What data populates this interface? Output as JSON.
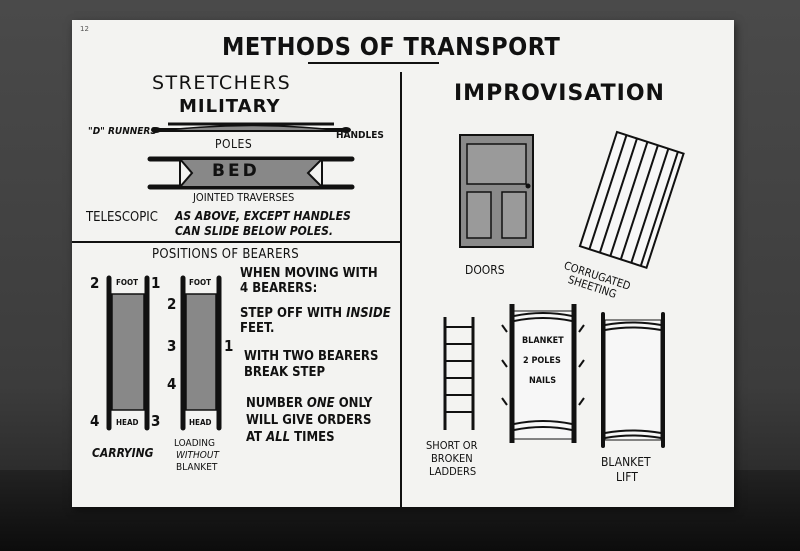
{
  "board": {
    "page_number": "12",
    "title": "METHODS OF TRANSPORT",
    "left": {
      "stretchers_heading": "STRETCHERS",
      "military_heading": "MILITARY",
      "label_d_runners": "\"D\" RUNNERS",
      "label_handles": "HANDLES",
      "label_poles": "POLES",
      "label_bed": "BED",
      "label_jointed_traverses": "JOINTED TRAVERSES",
      "telescopic_label": "TELESCOPIC",
      "telescopic_line1": "AS ABOVE, EXCEPT HANDLES",
      "telescopic_line2": "CAN SLIDE BELOW POLES.",
      "positions_heading": "POSITIONS OF BEARERS",
      "carry_foot": "FOOT",
      "carry_head": "HEAD",
      "carry_num_2": "2",
      "carry_num_1": "1",
      "carry_num_4": "4",
      "carry_num_3": "3",
      "carrying_caption": "CARRYING",
      "load_foot": "FOOT",
      "load_head": "HEAD",
      "load_num_2": "2",
      "load_num_3": "3",
      "load_num_4": "4",
      "load_num_1": "1",
      "loading_line1": "LOADING",
      "loading_line2": "WITHOUT",
      "loading_line3": "BLANKET",
      "instr_moving_1": "WHEN MOVING WITH",
      "instr_moving_2": "4 BEARERS:",
      "instr_step_1": "STEP OFF WITH",
      "instr_step_inside": "INSIDE",
      "instr_step_2": "FEET.",
      "instr_two_1": "WITH TWO BEARERS",
      "instr_two_2": "BREAK STEP",
      "instr_number_a": "NUMBER",
      "instr_number_one": "ONE",
      "instr_number_b": "ONLY",
      "instr_orders": "WILL GIVE ORDERS",
      "instr_at": "AT",
      "instr_all": "ALL",
      "instr_times": "TIMES"
    },
    "right": {
      "improvisation_heading": "IMPROVISATION",
      "doors_label": "DOORS",
      "corrugated_line1": "CORRUGATED",
      "corrugated_line2": "SHEETING",
      "ladders_line1": "SHORT OR",
      "ladders_line2": "BROKEN",
      "ladders_line3": "LADDERS",
      "blanket_text1": "BLANKET",
      "blanket_text2": "2 POLES",
      "blanket_text3": "NAILS",
      "blanket_lift_line1": "BLANKET",
      "blanket_lift_line2": "LIFT"
    }
  }
}
